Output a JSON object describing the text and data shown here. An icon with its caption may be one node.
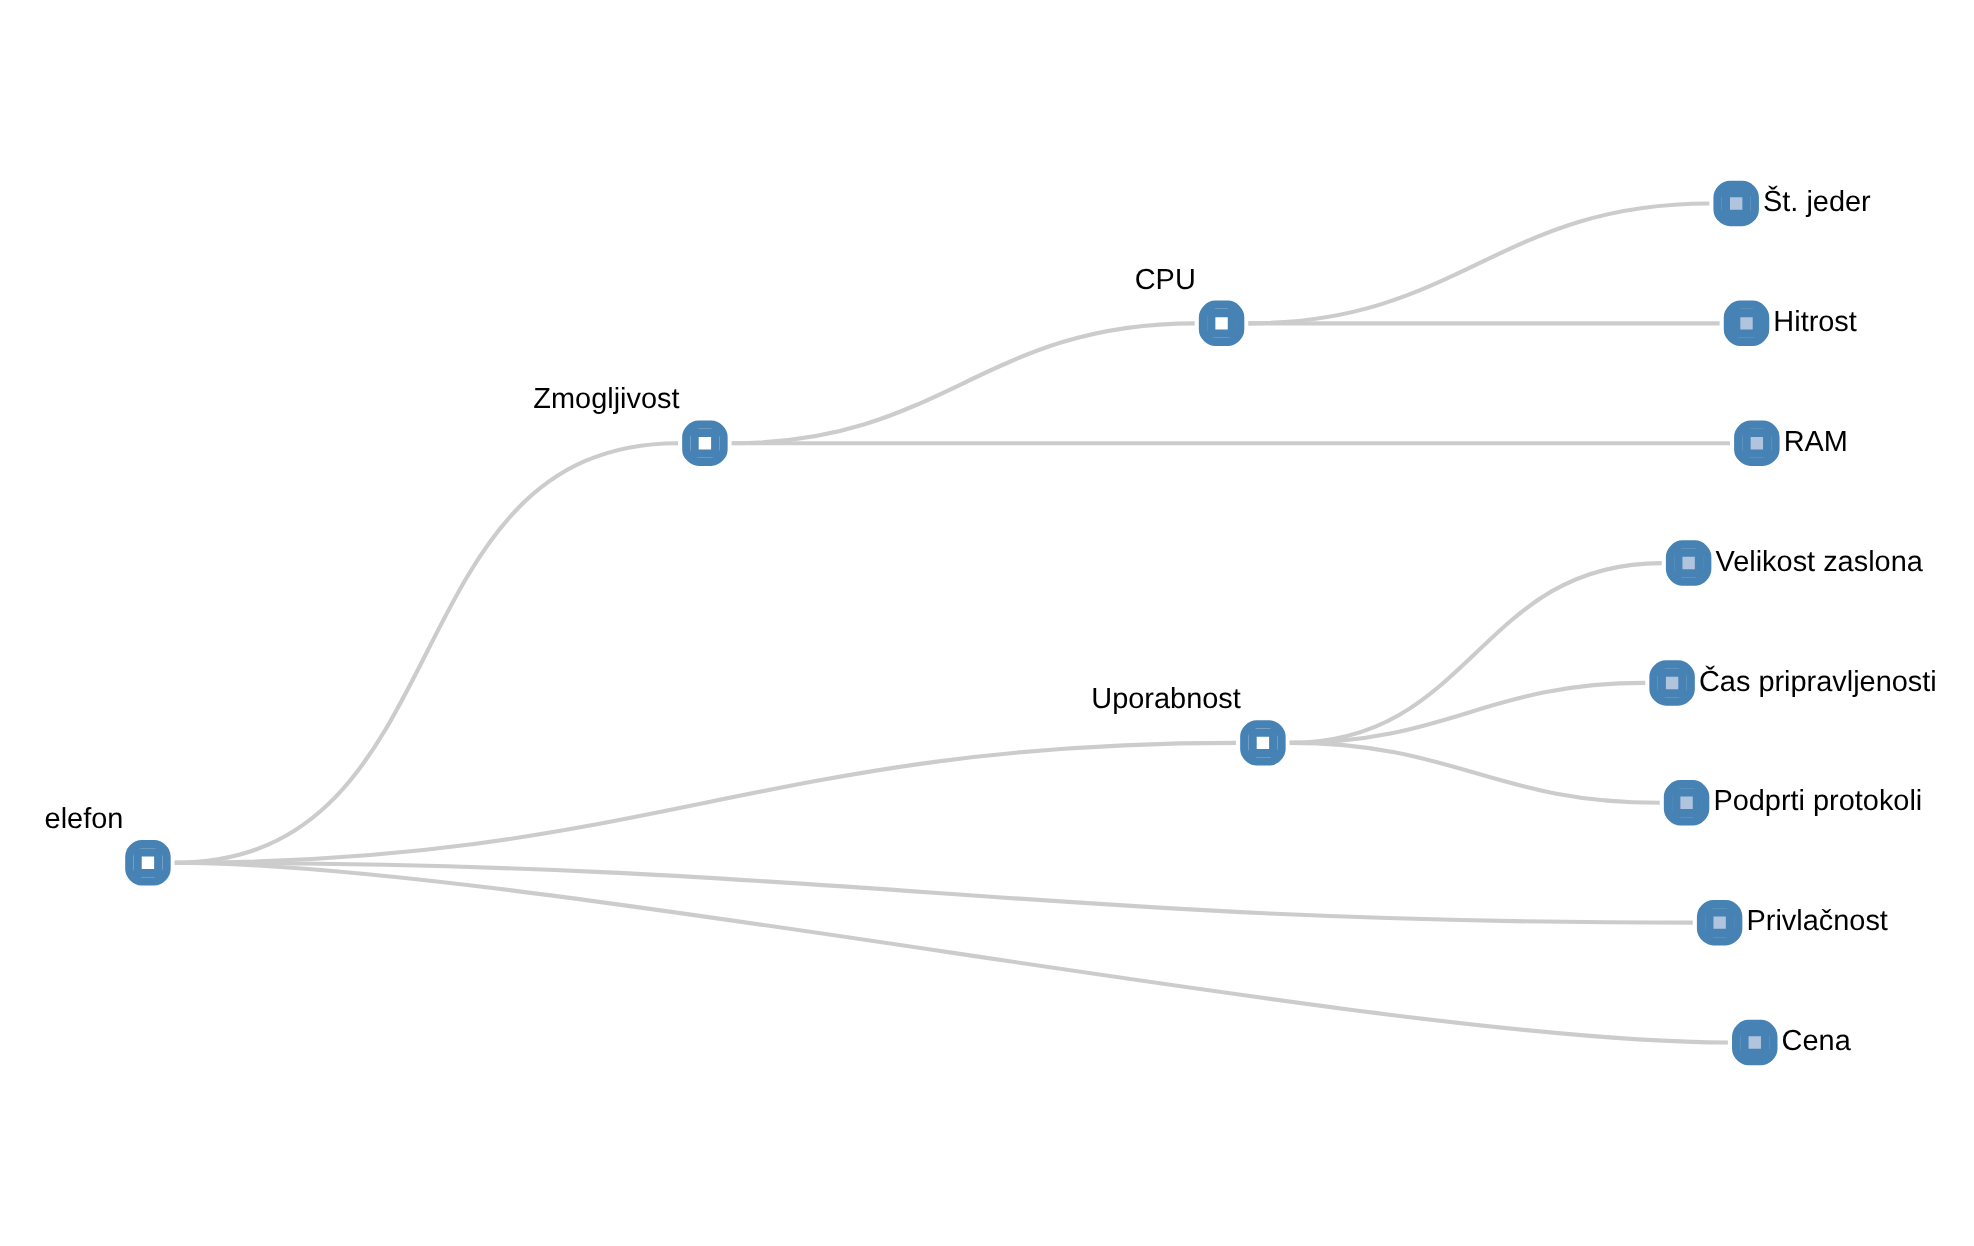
{
  "diagram": {
    "nodes": [
      {
        "text": [],
        "shape": "circle",
        "beside": [
          "elefon"
        ]
      },
      {
        "text": [],
        "shape": "circle",
        "beside": [
          "Zmogljivost"
        ]
      },
      {
        "text": [],
        "shape": "circle",
        "beside": [
          "CPU"
        ]
      },
      {
        "text": [],
        "shape": "circle",
        "beside": [
          "Št. jeder"
        ]
      },
      {
        "text": [],
        "shape": "circle",
        "beside": [
          "Hitrost"
        ]
      },
      {
        "text": [],
        "shape": "circle",
        "beside": [
          "RAM"
        ]
      },
      {
        "text": [],
        "shape": "circle",
        "beside": [
          "Uporabnost"
        ]
      },
      {
        "text": [],
        "shape": "circle",
        "beside": [
          "Velikost zaslona"
        ]
      },
      {
        "text": [],
        "shape": "circle",
        "beside": [
          "Čas pripravljenosti"
        ]
      },
      {
        "text": [],
        "shape": "circle",
        "beside": [
          "Podprti protokoli"
        ]
      },
      {
        "text": [],
        "shape": "circle",
        "beside": [
          "Privlačnost"
        ]
      },
      {
        "text": [],
        "shape": "circle",
        "beside": [
          "Cena"
        ]
      }
    ],
    "edges": [
      {
        "from": 0,
        "to": 1,
        "arrow": "none"
      },
      {
        "from": 1,
        "to": 2,
        "arrow": "none"
      },
      {
        "from": 2,
        "to": 3,
        "arrow": "none"
      },
      {
        "from": 2,
        "to": 4,
        "arrow": "none"
      },
      {
        "from": 1,
        "to": 5,
        "arrow": "none"
      },
      {
        "from": 0,
        "to": 6,
        "arrow": "none"
      },
      {
        "from": 6,
        "to": 7,
        "arrow": "none"
      },
      {
        "from": 6,
        "to": 8,
        "arrow": "none"
      },
      {
        "from": 6,
        "to": 9,
        "arrow": "none"
      },
      {
        "from": 0,
        "to": 10,
        "arrow": "none"
      },
      {
        "from": 0,
        "to": 11,
        "arrow": "none"
      }
    ]
  }
}
